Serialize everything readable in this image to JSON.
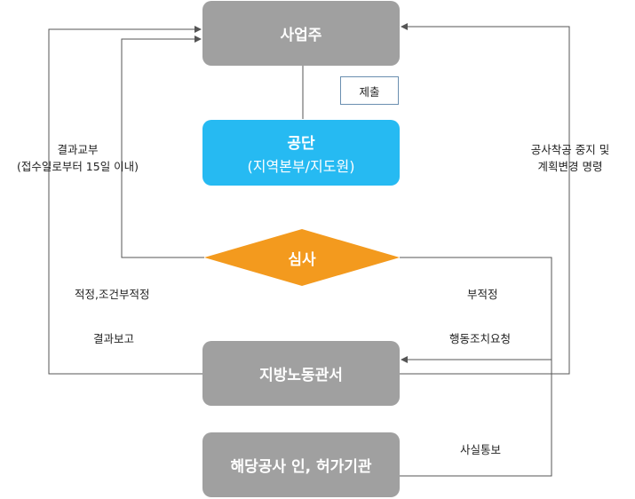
{
  "nodes": {
    "owner": "사업주",
    "agency_title": "공단",
    "agency_sub": "(지역본부/지도원)",
    "review": "심사",
    "labor_office": "지방노동관서",
    "permit_agency": "해당공사 인, 허가기관"
  },
  "labels": {
    "submit": "제출",
    "result_delivery_line1": "결과교부",
    "result_delivery_line2": "(접수일로부터 15일 이내)",
    "suitable": "적정,조건부적정",
    "result_report": "결과보고",
    "unsuitable": "부적정",
    "admin_action": "행동조치요청",
    "stop_order_line1": "공사착공 중지 및",
    "stop_order_line2": "계획변경 명령",
    "fact_notice": "사실통보"
  },
  "colors": {
    "grey_box": "#a0a0a0",
    "blue_box": "#26baf2",
    "diamond": "#f39a1e",
    "line": "#555555"
  }
}
